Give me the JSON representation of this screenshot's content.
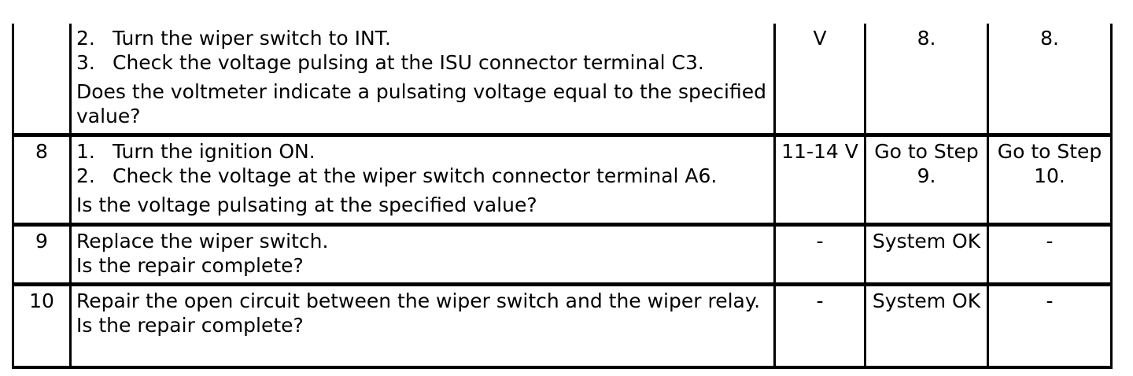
{
  "table": {
    "rows": [
      {
        "step": "",
        "steps": [
          {
            "num": "2.",
            "text": "Turn the wiper switch to INT."
          },
          {
            "num": "3.",
            "text": "Check the voltage pulsing at the ISU connector terminal C3."
          }
        ],
        "lines": [],
        "question": "Does the voltmeter indicate a pulsating voltage equal to the specified value?",
        "value": "V",
        "yes": "8.",
        "no": "8."
      },
      {
        "step": "8",
        "steps": [
          {
            "num": "1.",
            "text": "Turn the ignition ON."
          },
          {
            "num": "2.",
            "text": "Check the voltage at the wiper switch connector terminal A6."
          }
        ],
        "lines": [],
        "question": "Is the voltage pulsating at the specified value?",
        "value": "11-14 V",
        "yes": "Go to Step 9.",
        "no": "Go to Step 10."
      },
      {
        "step": "9",
        "steps": [],
        "lines": [
          "Replace the wiper switch.",
          "Is the repair complete?"
        ],
        "question": "",
        "value": "-",
        "yes": "System OK",
        "no": "-"
      },
      {
        "step": "10",
        "steps": [],
        "lines": [
          "Repair the open circuit between the wiper switch and the wiper relay.",
          "Is the repair complete?"
        ],
        "question": "",
        "value": "-",
        "yes": "System OK",
        "no": "-"
      }
    ]
  }
}
